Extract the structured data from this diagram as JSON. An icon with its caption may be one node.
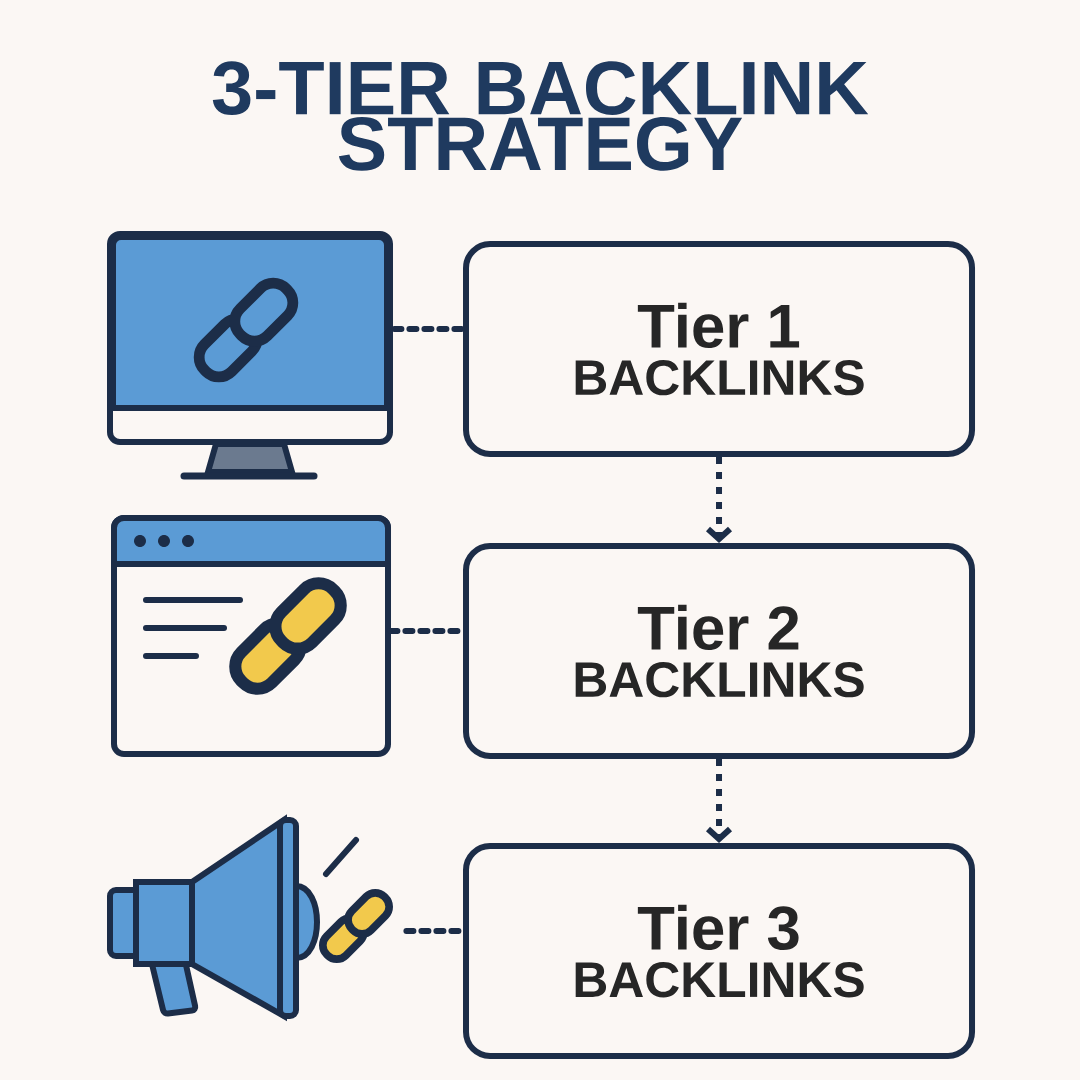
{
  "diagram": {
    "title": "3-TIER BACKLINK STRATEGY",
    "nodes": [
      {
        "text": [],
        "shape": "picture"
      },
      {
        "text": [
          "Tier 1",
          "BACKLINKS"
        ]
      },
      {
        "text": [],
        "shape": "picture"
      },
      {
        "text": [
          "Tier 2",
          "BACKLINKS"
        ]
      },
      {
        "text": [],
        "shape": "picture"
      },
      {
        "text": [
          "Tier 3",
          "BACKLINKS"
        ]
      }
    ],
    "edges": [
      {
        "from": 0,
        "to": 1,
        "arrow": "none",
        "style": "dashed"
      },
      {
        "from": 1,
        "to": 3,
        "arrow": "to",
        "style": "dashed"
      },
      {
        "from": 2,
        "to": 3,
        "arrow": "none",
        "style": "dashed"
      },
      {
        "from": 3,
        "to": 5,
        "arrow": "to",
        "style": "dashed"
      },
      {
        "from": 4,
        "to": 5,
        "arrow": "none",
        "style": "dashed"
      }
    ]
  }
}
